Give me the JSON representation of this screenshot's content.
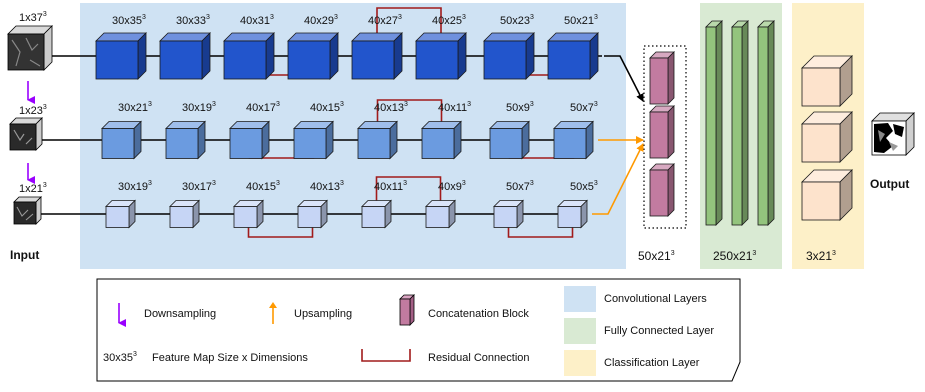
{
  "input_label": "Input",
  "output_label": "Output",
  "pathways": [
    {
      "input_size": "1x37",
      "blocks": [
        "30x35",
        "30x33",
        "40x31",
        "40x29",
        "40x27",
        "40x25",
        "50x23",
        "50x21"
      ]
    },
    {
      "input_size": "1x23",
      "blocks": [
        "30x21",
        "30x19",
        "40x17",
        "40x15",
        "40x13",
        "40x11",
        "50x9",
        "50x7"
      ]
    },
    {
      "input_size": "1x21",
      "blocks": [
        "30x19",
        "30x17",
        "40x15",
        "40x13",
        "40x11",
        "40x9",
        "50x7",
        "50x5"
      ]
    }
  ],
  "stage_labels": {
    "concat": "50x21",
    "fc": "250x21",
    "cls": "3x21"
  },
  "legend": {
    "downsampling": "Downsampling",
    "upsampling": "Upsampling",
    "concatenation": "Concatenation Block",
    "conv": "Convolutional Layers",
    "fc": "Fully Connected Layer",
    "classification": "Classification Layer",
    "feature_example": "30x35",
    "feature_desc": "Feature Map Size x Dimensions",
    "residual": "Residual Connection"
  },
  "colors": {
    "conv_bg": "#cfe2f3",
    "fc_bg": "#d9ead3",
    "cls_bg": "#fdf0c8",
    "p1": "#2255cc",
    "p2": "#6b9be0",
    "p3": "#c6d5f5",
    "concat": "#c27ba0",
    "fc_bar": "#93c47d",
    "cls_cube": "#fde3cc",
    "residual": "#a11b1b",
    "down": "#9900ff",
    "up": "#ff9900"
  }
}
